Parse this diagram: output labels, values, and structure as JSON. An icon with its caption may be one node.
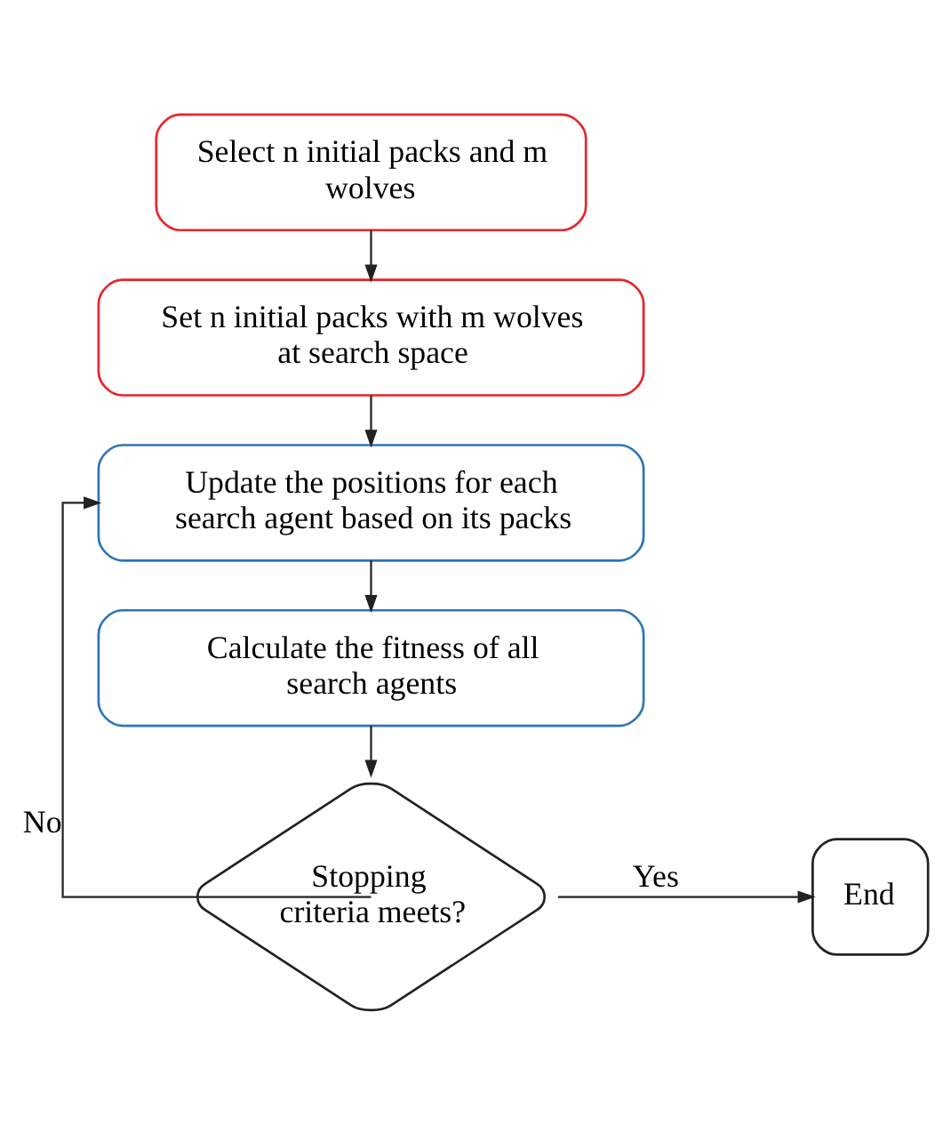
{
  "diagram": {
    "nodes": [
      {
        "text": [
          "Select n initial packs and m wolves"
        ]
      },
      {
        "text": [
          "Set n initial packs with m wolves at search space"
        ]
      },
      {
        "text": [
          "Update the positions for each search agent based on its packs"
        ]
      },
      {
        "text": [
          "Calculate the fitness of all search agents"
        ]
      },
      {
        "text": [
          "Stopping criteria meets?"
        ]
      },
      {
        "text": [
          "End"
        ]
      }
    ],
    "edges": [
      {
        "from": 0,
        "to": 1,
        "arrow": "to"
      },
      {
        "from": 1,
        "to": 2,
        "arrow": "to"
      },
      {
        "from": 2,
        "to": 3,
        "arrow": "to"
      },
      {
        "from": 3,
        "to": 4,
        "arrow": "to"
      },
      {
        "from": 4,
        "to": 5,
        "arrow": "to",
        "label": "Yes"
      },
      {
        "from": 4,
        "to": 2,
        "arrow": "to",
        "label": "No"
      }
    ]
  }
}
